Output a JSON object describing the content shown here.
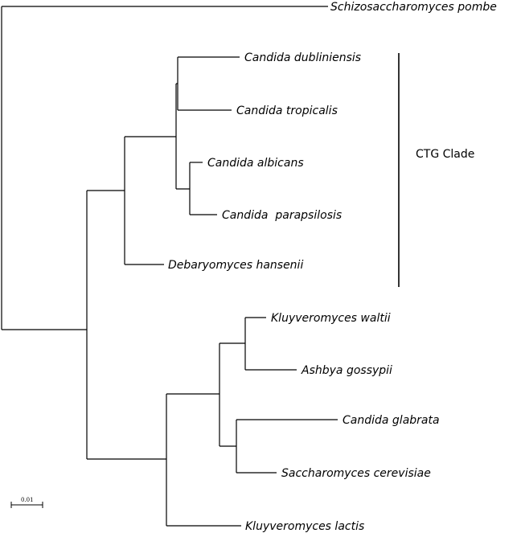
{
  "taxa": {
    "schizosaccharomyces_pombe": "Schizosaccharomyces pombe",
    "candida_dubliniensis": "Candida dubliniensis",
    "candida_tropicalis": "Candida tropicalis",
    "candida_albicans": "Candida albicans",
    "candida_parapsilosis": "Candida  parapsilosis",
    "debaryomyces_hansenii": "Debaryomyces hansenii",
    "kluyveromyces_waltii": "Kluyveromyces waltii",
    "ashbya_gossypii": "Ashbya gossypii",
    "candida_glabrata": "Candida glabrata",
    "saccharomyces_cerevisiae": "Saccharomyces cerevisiae",
    "kluyveromyces_lactis": "Kluyveromyces lactis"
  },
  "clade": {
    "label": "CTG Clade"
  },
  "scale_bar": {
    "label": "0.01"
  },
  "colors": {
    "line": "#000000",
    "background": "#ffffff"
  }
}
